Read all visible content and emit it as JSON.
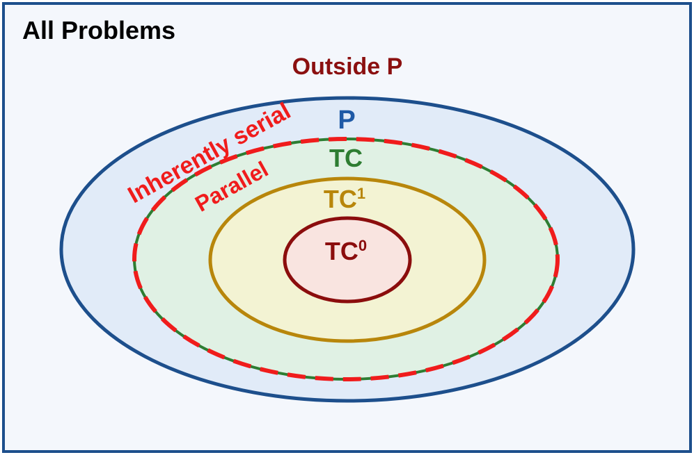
{
  "title": "All Problems",
  "regions": {
    "outside_p": "Outside P",
    "p": "P",
    "tc": "TC",
    "tc1": {
      "base": "TC",
      "sup": "1"
    },
    "tc0": {
      "base": "TC",
      "sup": "0"
    }
  },
  "boundary_labels": {
    "serial": "Inherently serial",
    "parallel": "Parallel"
  },
  "colors": {
    "frame": "#1d4f8c",
    "background": "#f4f7fc",
    "title": "#000000",
    "outside_p": "#8b1010",
    "p_stroke": "#1d4f8c",
    "p_fill": "#e1ebf8",
    "tc_stroke": "#2e7d32",
    "tc_fill": "#e0f1e4",
    "tc_dash": "#f01c1c",
    "tc1_stroke": "#b8860b",
    "tc1_fill": "#f3f3d3",
    "tc1_label": "#b8860b",
    "tc0_stroke": "#8b0d0d",
    "tc0_fill": "#f9e4e0",
    "tc0_label": "#8b0d0d",
    "p_label": "#1f5aa6",
    "tc_label": "#2e7d32",
    "boundary_label": "#f01c1c"
  }
}
